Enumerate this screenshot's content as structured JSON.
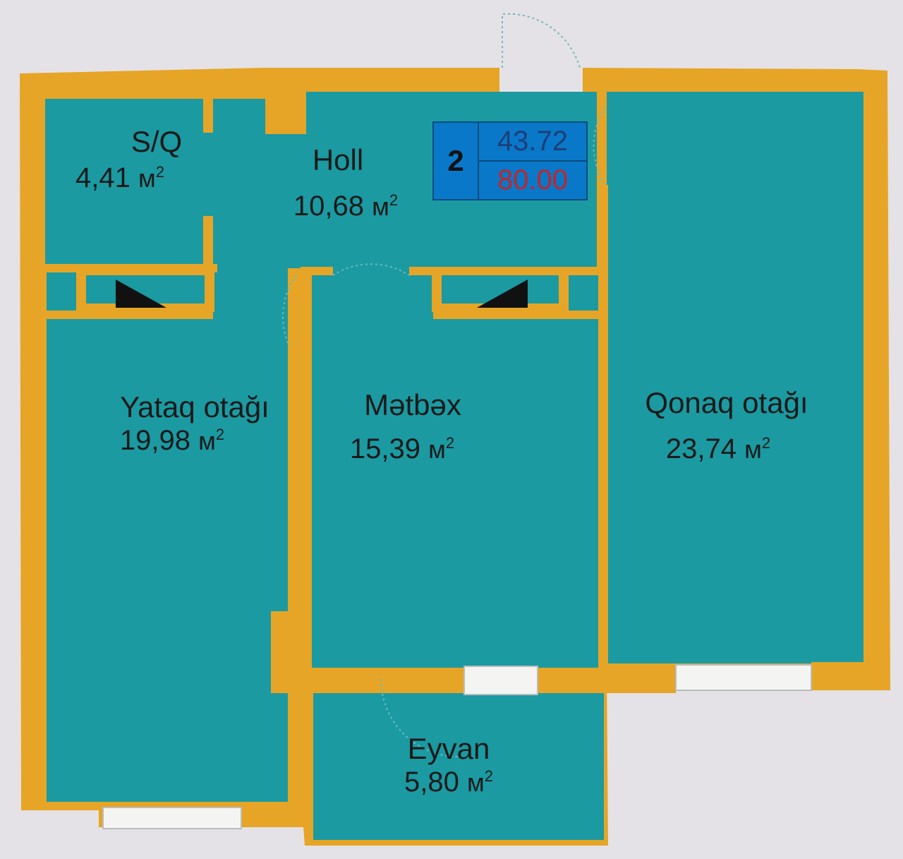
{
  "colors": {
    "wall": "#e6a526",
    "room": "#1b9aa2",
    "badge": "#0a78c8",
    "living_area": "#1c3f7a",
    "total_area": "#c0262c"
  },
  "badge": {
    "rooms": "2",
    "living_area": "43.72",
    "total_area": "80.00"
  },
  "unit": "м",
  "unit_exp": "2",
  "rooms": [
    {
      "id": "sq",
      "name": "S/Q",
      "area": "4,41"
    },
    {
      "id": "holl",
      "name": "Holl",
      "area": "10,68"
    },
    {
      "id": "yataq",
      "name": "Yataq otağı",
      "area": "19,98"
    },
    {
      "id": "metbex",
      "name": "Mətbəx",
      "area": "15,39"
    },
    {
      "id": "qonaq",
      "name": "Qonaq otağı",
      "area": "23,74"
    },
    {
      "id": "eyvan",
      "name": "Eyvan",
      "area": "5,80"
    }
  ]
}
